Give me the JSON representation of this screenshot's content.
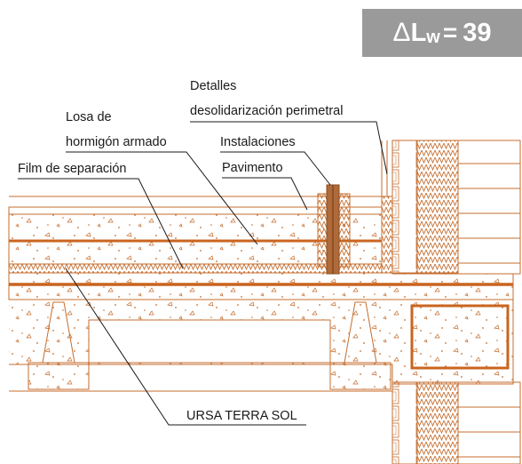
{
  "badge": {
    "symbol": "Δ",
    "letter": "L",
    "subscript": "w",
    "equals": "=",
    "value": "39"
  },
  "labels": {
    "detalles_line1": "Detalles",
    "detalles_line2": "desolidarización perimetral",
    "losa_line1": "Losa de",
    "losa_line2": "hormigón armado",
    "instalaciones": "Instalaciones",
    "pavimento": "Pavimento",
    "film": "Film de separación",
    "ursa": "URSA TERRA SOL"
  },
  "colors": {
    "outline": "#c56d2d",
    "rebar": "#c9641f",
    "text": "#1a1a1a",
    "badge": "#9a9a9a"
  }
}
